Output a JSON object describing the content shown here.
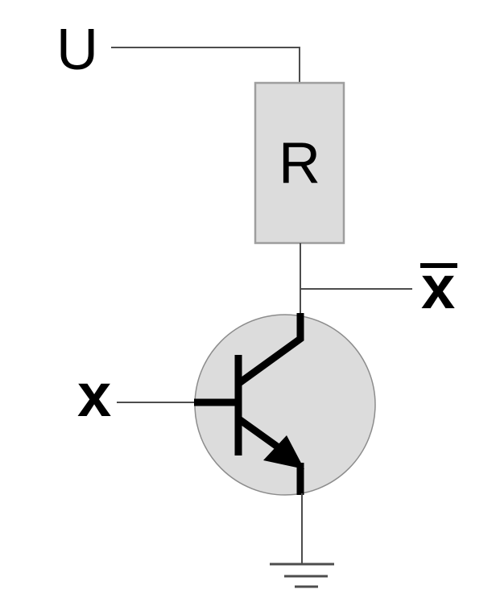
{
  "labels": {
    "supply": "U",
    "resistor": "R",
    "input": "x",
    "output": "x",
    "output_has_overline": true
  },
  "colors": {
    "background": "#ffffff",
    "component_fill": "#dcdcdc",
    "resistor_stroke": "#9e9e9e",
    "transistor_circle_stroke": "#8c8c8c",
    "wire": "#4d4d4d",
    "symbol": "#000000"
  }
}
